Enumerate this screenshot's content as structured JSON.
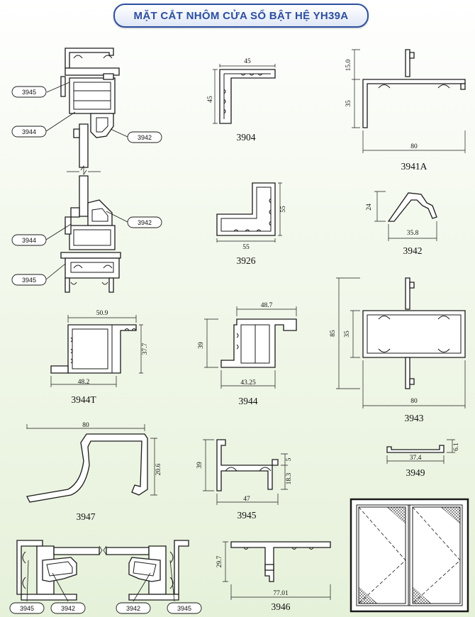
{
  "title": "MẶT CẮT NHÔM CỬA SỔ BẬT HỆ YH39A",
  "tags": {
    "a_3945_top": "3945",
    "a_3944_top": "3944",
    "a_3942_top": "3942",
    "a_3942_mid": "3942",
    "a_3944_bot": "3944",
    "a_3945_bot": "3945",
    "b_3945_l": "3945",
    "b_3942_l": "3942",
    "b_3942_r": "3942",
    "b_3945_r": "3945"
  },
  "profiles": {
    "p3904": {
      "label": "3904",
      "w": "45",
      "h": "45"
    },
    "p3941A": {
      "label": "3941A",
      "h_top": "15.0",
      "h_main": "35",
      "w": "80"
    },
    "p3926": {
      "label": "3926",
      "h": "55",
      "w": "55"
    },
    "p3942": {
      "label": "3942",
      "h": "24",
      "w": "35.8"
    },
    "p3943": {
      "label": "3943",
      "h_total": "85",
      "h_main": "35",
      "w": "80"
    },
    "p3944T": {
      "label": "3944T",
      "w_top": "50.9",
      "h": "37.7",
      "w_bot": "48.2"
    },
    "p3944": {
      "label": "3944",
      "w_top": "48.7",
      "h": "39",
      "w_bot": "43.25"
    },
    "p3947": {
      "label": "3947",
      "w": "80",
      "h": "20.6"
    },
    "p3945": {
      "label": "3945",
      "h": "39",
      "h_small": "5",
      "h_mid": "18.3",
      "w": "47"
    },
    "p3949": {
      "label": "3949",
      "w": "37.4",
      "h": "6.1"
    },
    "p3946": {
      "label": "3946",
      "h": "29.7",
      "w": "77.01"
    }
  }
}
